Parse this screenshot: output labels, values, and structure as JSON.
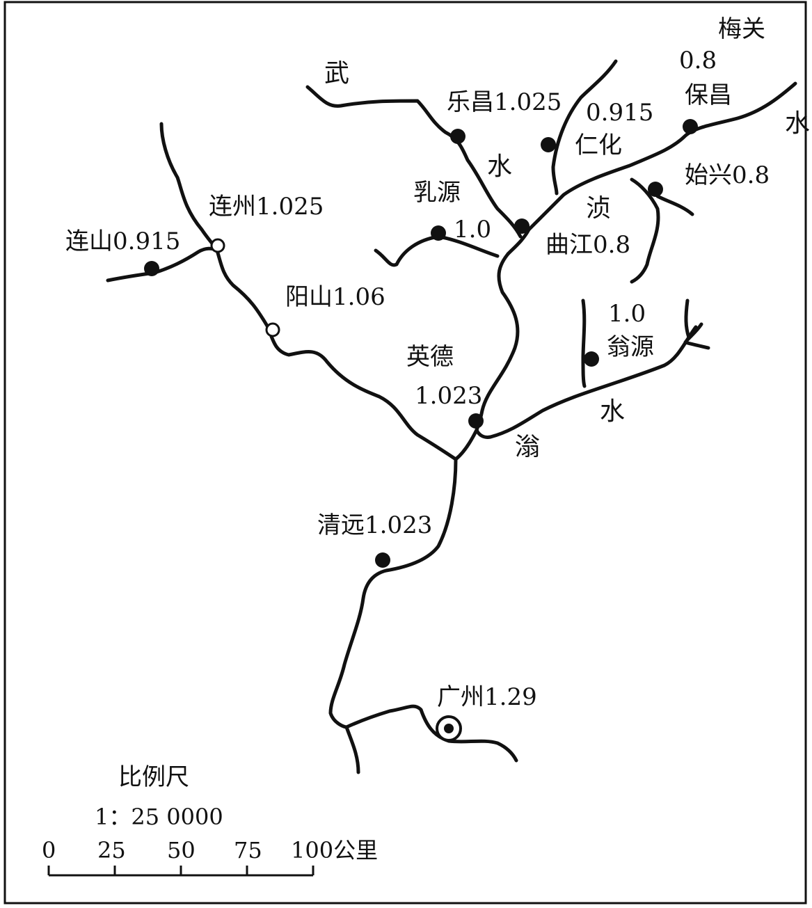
{
  "colors": {
    "ink": "#111111",
    "paper": "#ffffff"
  },
  "rivers": {
    "wu": "武",
    "shui_wu": "水",
    "zhen": "浈",
    "shui_zhen": "水",
    "weng": "滃",
    "shui_weng": "水"
  },
  "cities": {
    "meiguan": {
      "name": "梅关",
      "value": "0.8"
    },
    "baochang": {
      "name": "保昌"
    },
    "lechang": {
      "name": "乐昌",
      "value": "1.025"
    },
    "renhua": {
      "name": "仁化",
      "value": "0.915"
    },
    "shixing": {
      "name": "始兴",
      "value": "0.8"
    },
    "ruyuan": {
      "name": "乳源",
      "value": "1.0"
    },
    "qujiang": {
      "name": "曲江",
      "value": "0.8"
    },
    "lianzhou": {
      "name": "连州",
      "value": "1.025"
    },
    "lianshan": {
      "name": "连山",
      "value": "0.915"
    },
    "yangshan": {
      "name": "阳山",
      "value": "1.06"
    },
    "wengyuan": {
      "name": "翁源",
      "value": "1.0"
    },
    "yingde": {
      "name": "英德",
      "value": "1.023"
    },
    "qingyuan": {
      "name": "清远",
      "value": "1.023"
    },
    "guangzhou": {
      "name": "广州",
      "value": "1.29"
    }
  },
  "scale": {
    "title": "比例尺",
    "ratio": "1：25 0000",
    "ticks": [
      "0",
      "25",
      "50",
      "75",
      "100公里"
    ]
  }
}
